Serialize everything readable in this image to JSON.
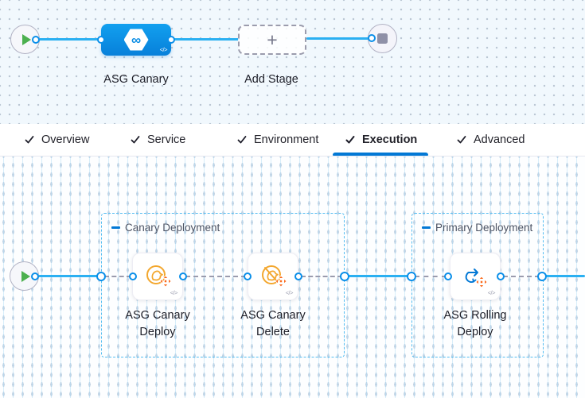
{
  "pipeline": {
    "stage": {
      "label": "ASG Canary",
      "code_badge": "</>",
      "icon_symbol": "∞"
    },
    "add_stage": {
      "label": "Add Stage",
      "plus": "+"
    }
  },
  "tabs": {
    "items": [
      {
        "label": "Overview",
        "active": false
      },
      {
        "label": "Service",
        "active": false
      },
      {
        "label": "Environment",
        "active": false
      },
      {
        "label": "Execution",
        "active": true
      },
      {
        "label": "Advanced",
        "active": false
      }
    ]
  },
  "execution": {
    "groups": [
      {
        "label": "Canary Deployment"
      },
      {
        "label": "Primary Deployment"
      }
    ],
    "steps": [
      {
        "label": "ASG Canary Deploy",
        "icon": "canary-deploy-icon",
        "code_badge": "</>"
      },
      {
        "label": "ASG Canary Delete",
        "icon": "canary-delete-icon",
        "code_badge": "</>"
      },
      {
        "label": "ASG Rolling Deploy",
        "icon": "rolling-deploy-icon",
        "code_badge": "</>"
      }
    ]
  },
  "colors": {
    "accent_blue": "#0278d5",
    "node_blue": "#0a8de4",
    "connector_blue": "#2bb0f2",
    "group_border_blue": "#55bdf1",
    "play_green": "#4cb04f",
    "canary_orange": "#f3a72e",
    "arrow_orange": "#fb6a1c",
    "dash_gray": "#9a9bae"
  }
}
